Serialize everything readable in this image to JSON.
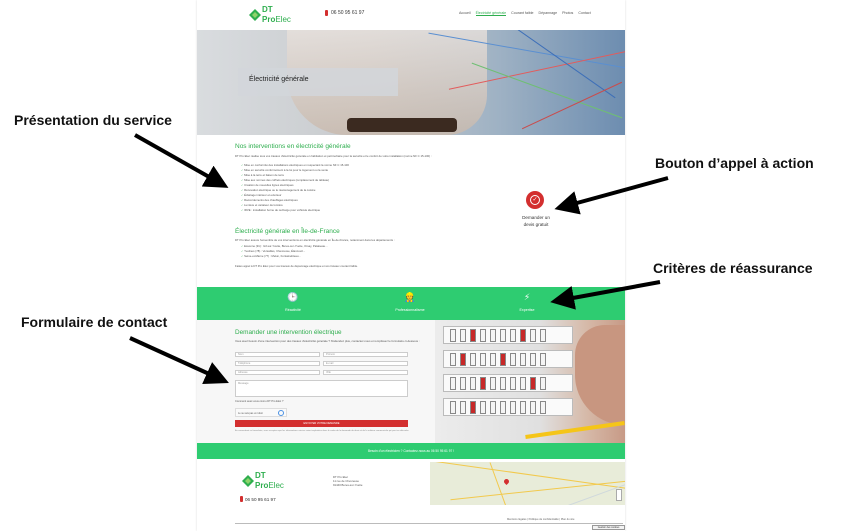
{
  "header": {
    "logo_line1": "DT",
    "logo_line2_a": "Pro",
    "logo_line2_b": "Elec",
    "phone": "06 50 95 61 97",
    "nav": [
      "Accueil",
      "Électricité générale",
      "Courant faible",
      "Dépannage",
      "Photos",
      "Contact"
    ]
  },
  "hero": {
    "title": "Électricité générale"
  },
  "service": {
    "heading": "Nos interventions en électricité générale",
    "intro": "DT Pro Elec réalise tous vos travaux d'électricité générale en habitation et petit tertiaire pour la sécurité et le confort de votre installation (norme NF C 15-100) :",
    "list": [
      "Mise en conformité des installations électriques en respectant la norme NF C 15-100",
      "Mise en sécurité conformément à la loi pour le logement ou la vente",
      "Mise à la terre et liaison de terre",
      "Mise aux normes des coffrets électriques (remplacement de tableau)",
      "Création de nouvelles lignes électriques",
      "Rénovation électrique ou le réaménagement de la cuisine",
      "Éclairage intérieur et extérieur",
      "Raccordements des chauffages électriques",
      "Lumière et variateur de lumière",
      "IRVE : installation borne de recharge pour véhicule électrique"
    ],
    "heading2": "Électricité générale en Île-de-France",
    "p2": "DT Pro Elec assure l'ensemble de vos interventions en électricité générale en Île-de-France, notamment dans les départements :",
    "list2": [
      "Essonne (91) : Gif-sur-Yvette, Bures-sur-Yvette, Orsay, Palaiseau...",
      "Yvelines (78) : Versailles, Chevreuse, Élancourt...",
      "Seine-et-Marne (77) : Melun, Fontainebleau..."
    ],
    "p3": "Faites appel à DT Pro Elec pour vos travaux de dépannage électrique et vos travaux courant faible."
  },
  "cta": {
    "label": "Demander un devis gratuit"
  },
  "reassurance": [
    {
      "icon": "clock-icon",
      "glyph": "🕒",
      "label": "Réactivité"
    },
    {
      "icon": "worker-icon",
      "glyph": "👷",
      "label": "Professionnalisme"
    },
    {
      "icon": "bolt-icon",
      "glyph": "⚡",
      "label": "Expertise"
    }
  ],
  "form": {
    "heading": "Demander une intervention électrique",
    "desc": "Vous avez besoin d'une intervention pour des travaux d'électricité générale ? N'attendez plus, contactez-nous et remplissez le formulaire ci-dessous :",
    "fields": [
      "Nom",
      "Prénom",
      "Téléphone",
      "E-mail",
      "Adresse",
      "Ville"
    ],
    "message": "Message",
    "how": "Comment avez-vous connu DT Pro Elec ?",
    "captcha": "Je ne suis pas un robot",
    "submit": "ENVOYER VOTRE DEMANDE",
    "legal": "En soumettant ce formulaire, vous acceptez que les informations saisies soient exploitées dans le cadre de la demande de devis et de la relation commerciale qui peut en découler."
  },
  "bottom_bar": "Besoin d'un électricien ? Contactez-nous au 06 50 95 61 97 !",
  "footer": {
    "logo_line1": "DT",
    "logo_line2_a": "Pro",
    "logo_line2_b": "Elec",
    "addr": [
      "DT Pro Elec",
      "11 rue de Chevreuse",
      "91440 Bures-sur-Yvette"
    ],
    "phone": "06 50 95 61 97",
    "links": "Mentions légales  |  Politique de confidentialité  |  Plan du site",
    "cookie": "Gestion des cookies"
  },
  "annotations": {
    "service": "Présentation du service",
    "cta": "Bouton d’appel à action",
    "reassurance": "Critères de réassurance",
    "form": "Formulaire de contact"
  },
  "colors": {
    "green": "#2ecc71",
    "brand": "#2eae4e",
    "red": "#d32f2f"
  }
}
